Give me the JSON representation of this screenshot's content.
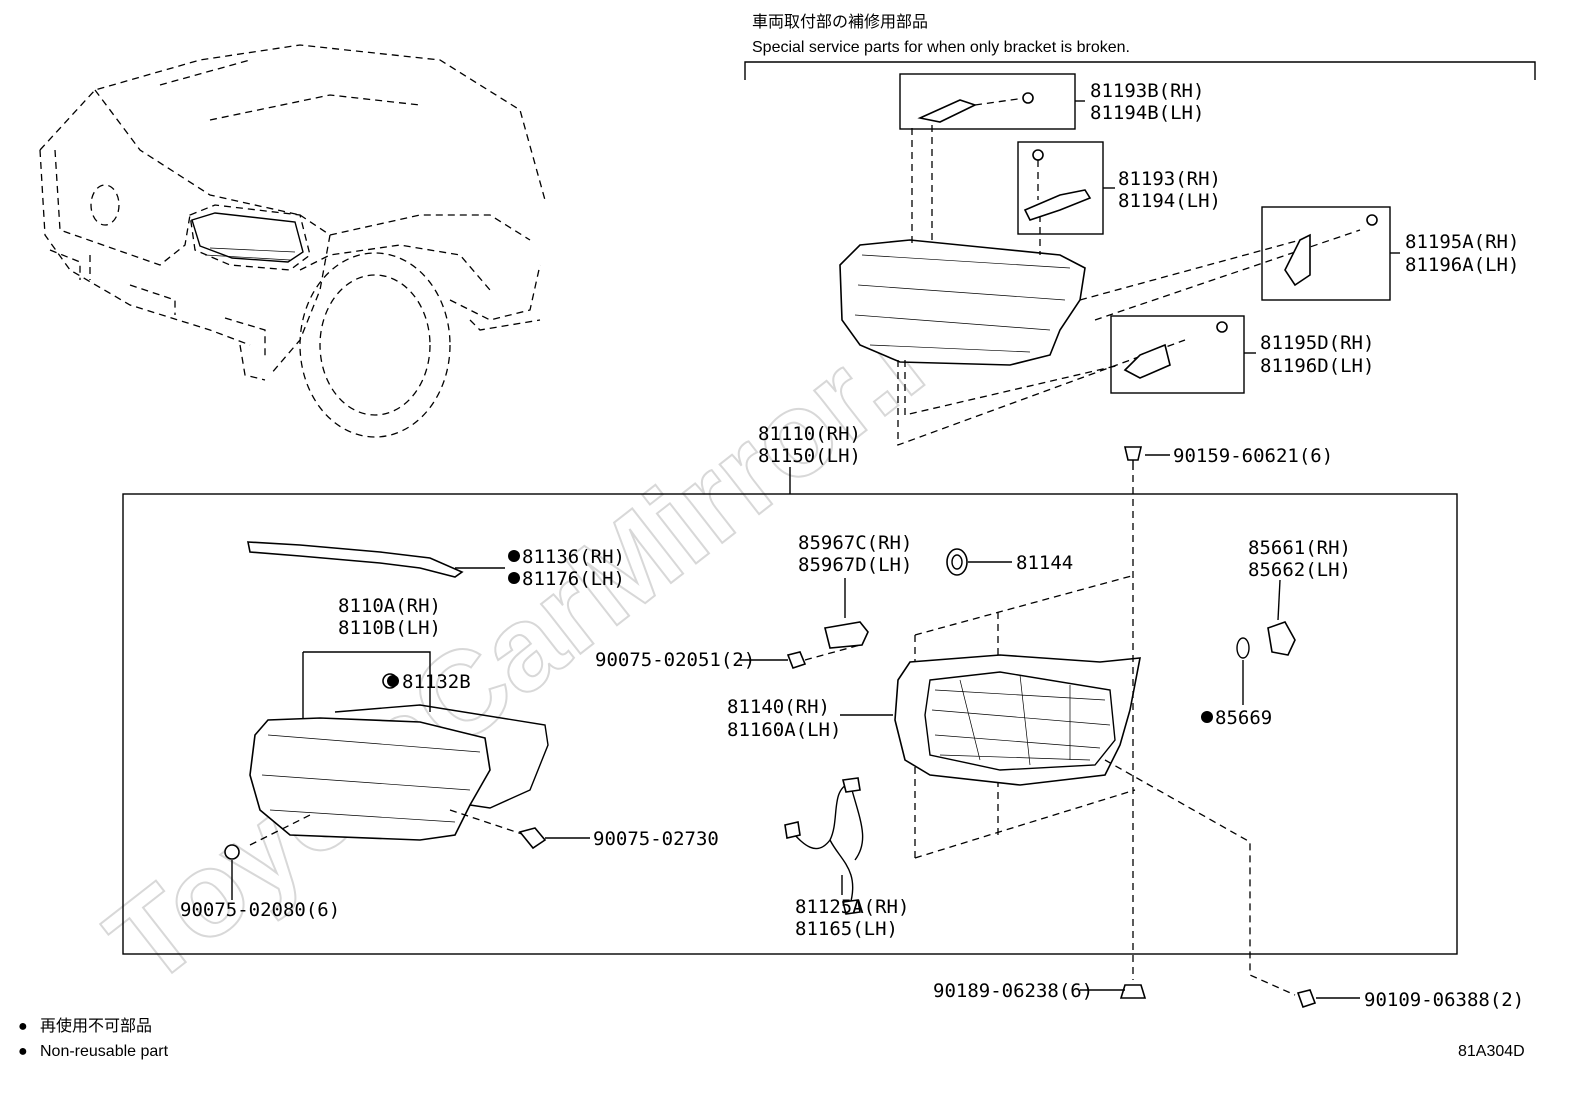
{
  "watermark": "ToyotaCarMirror.ru",
  "bracket_note": {
    "ja": "車両取付部の補修用部品",
    "en": "Special service parts for when only bracket is broken."
  },
  "parts": {
    "p81193B": [
      "81193B(RH)",
      "81194B(LH)"
    ],
    "p81193": [
      "81193(RH)",
      "81194(LH)"
    ],
    "p81195A": [
      "81195A(RH)",
      "81196A(LH)"
    ],
    "p81195D": [
      "81195D(RH)",
      "81196D(LH)"
    ],
    "p81110": [
      "81110(RH)",
      "81150(LH)"
    ],
    "p90159": "90159-60621(6)",
    "p81136": [
      "81136(RH)",
      "81176(LH)"
    ],
    "p85967": [
      "85967C(RH)",
      "85967D(LH)"
    ],
    "p81144": "81144",
    "p85661": [
      "85661(RH)",
      "85662(LH)"
    ],
    "p8110A": [
      "8110A(RH)",
      "8110B(LH)"
    ],
    "p90075_02051": "90075-02051(2)",
    "p81132B": "81132B",
    "p81140": [
      "81140(RH)",
      "81160A(LH)"
    ],
    "p85669": "85669",
    "p90075_02730": "90075-02730",
    "p90075_02080": "90075-02080(6)",
    "p81125A": [
      "81125A(RH)",
      "81165(LH)"
    ],
    "p90189": "90189-06238(6)",
    "p90109": "90109-06388(2)"
  },
  "legend": {
    "symbol": "●",
    "ja": "再使用不可部品",
    "en": "Non-reusable part"
  },
  "diagram_code": "81A304D"
}
